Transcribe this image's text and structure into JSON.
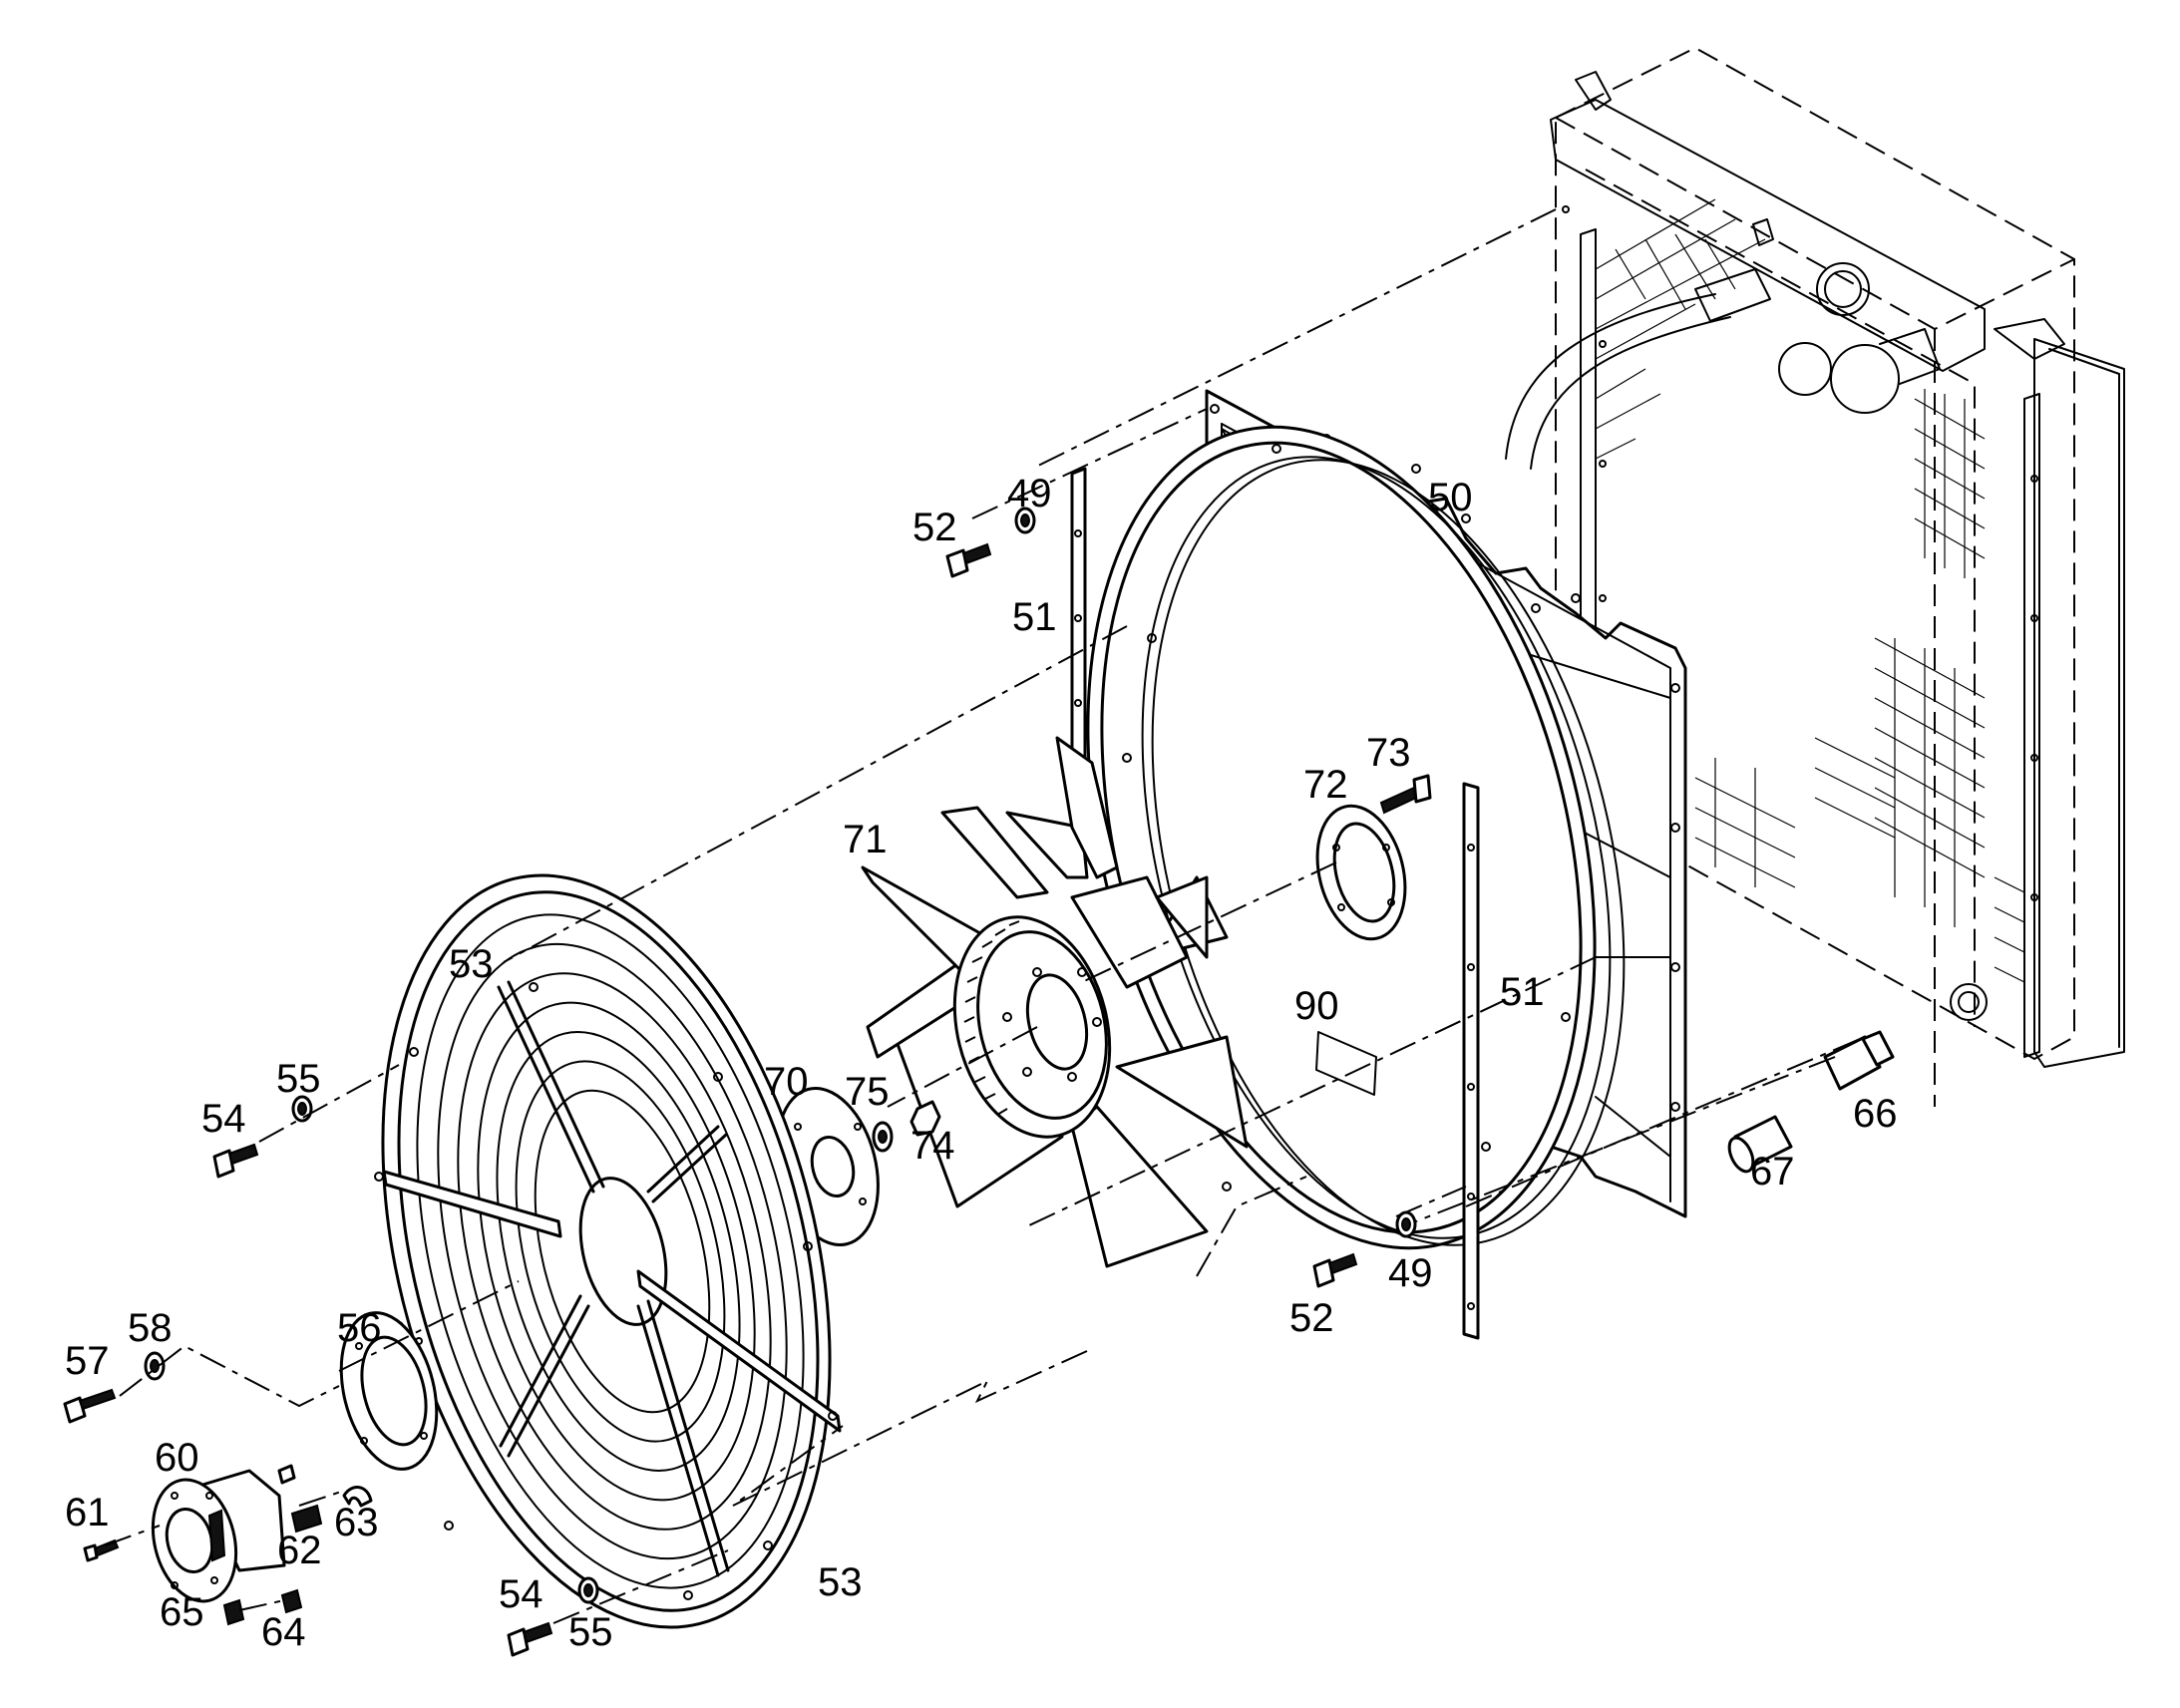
{
  "callouts": [
    {
      "id": "c49a",
      "text": "49"
    },
    {
      "id": "c52a",
      "text": "52"
    },
    {
      "id": "c50",
      "text": "50"
    },
    {
      "id": "c51a",
      "text": "51"
    },
    {
      "id": "c73",
      "text": "73"
    },
    {
      "id": "c72",
      "text": "72"
    },
    {
      "id": "c71",
      "text": "71"
    },
    {
      "id": "c53a",
      "text": "53"
    },
    {
      "id": "c90",
      "text": "90"
    },
    {
      "id": "c51b",
      "text": "51"
    },
    {
      "id": "c55a",
      "text": "55"
    },
    {
      "id": "c54a",
      "text": "54"
    },
    {
      "id": "c70",
      "text": "70"
    },
    {
      "id": "c75",
      "text": "75"
    },
    {
      "id": "c74",
      "text": "74"
    },
    {
      "id": "c66",
      "text": "66"
    },
    {
      "id": "c67",
      "text": "67"
    },
    {
      "id": "c52b",
      "text": "52"
    },
    {
      "id": "c49b",
      "text": "49"
    },
    {
      "id": "c58",
      "text": "58"
    },
    {
      "id": "c57",
      "text": "57"
    },
    {
      "id": "c56",
      "text": "56"
    },
    {
      "id": "c60",
      "text": "60"
    },
    {
      "id": "c61",
      "text": "61"
    },
    {
      "id": "c62",
      "text": "62"
    },
    {
      "id": "c63",
      "text": "63"
    },
    {
      "id": "c65",
      "text": "65"
    },
    {
      "id": "c64",
      "text": "64"
    },
    {
      "id": "c53b",
      "text": "53"
    },
    {
      "id": "c54b",
      "text": "54"
    },
    {
      "id": "c55b",
      "text": "55"
    }
  ]
}
